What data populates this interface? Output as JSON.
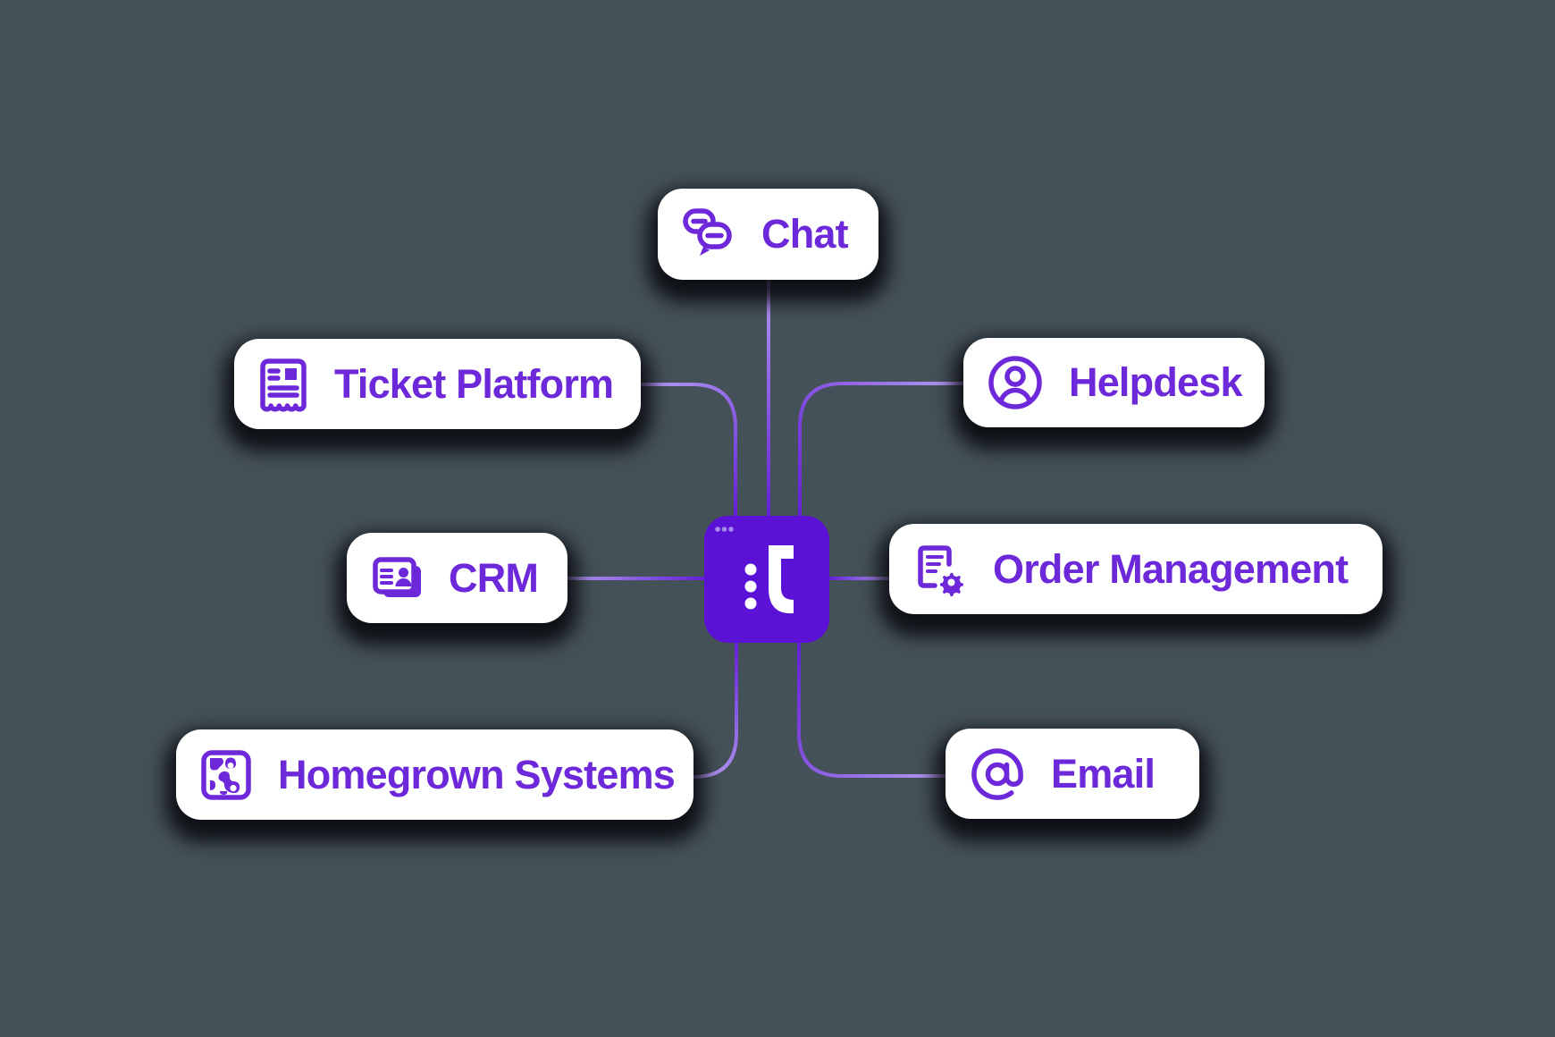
{
  "diagram_title": "Integrations hub diagram",
  "background_color": "#455159",
  "palette": {
    "card_bg": "#FFFFFF",
    "accent_purple": "#6D28D9",
    "hub_bg": "#5B12D6",
    "hub_window_dots": "#A78BE8",
    "wire_dark": "#6420D6",
    "wire_light": "#B29AF0",
    "shadow": "rgba(6,7,12,0.85)"
  },
  "hub": {
    "logo": "t-logo",
    "brand_letter": "t",
    "window_dots_count": 3
  },
  "nodes": [
    {
      "id": "chat",
      "label": "Chat",
      "icon": "chat-bubbles-icon",
      "position": "top-center"
    },
    {
      "id": "ticket",
      "label": "Ticket Platform",
      "icon": "ticket-receipt-icon",
      "position": "upper-left"
    },
    {
      "id": "helpdesk",
      "label": "Helpdesk",
      "icon": "user-circle-icon",
      "position": "upper-right"
    },
    {
      "id": "crm",
      "label": "CRM",
      "icon": "contact-card-icon",
      "position": "middle-left"
    },
    {
      "id": "order",
      "label": "Order Management",
      "icon": "document-gear-icon",
      "position": "middle-right"
    },
    {
      "id": "home",
      "label": "Homegrown Systems",
      "icon": "custom-systems-icon",
      "position": "lower-left"
    },
    {
      "id": "email",
      "label": "Email",
      "icon": "at-sign-icon",
      "position": "lower-right"
    }
  ]
}
